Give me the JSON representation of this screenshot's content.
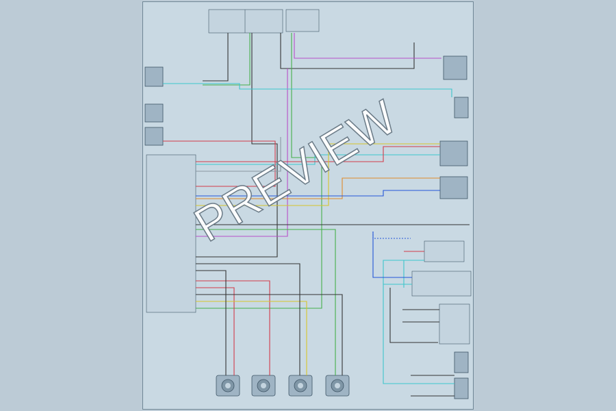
{
  "diagram": {
    "watermark": "PREVIEW",
    "colors": {
      "background": "#bccbd6",
      "sheet": "#c9d9e3",
      "component": "#9fb4c4",
      "wire_black": "#333333",
      "wire_red": "#d23a4a",
      "wire_cyan": "#3cc6cc",
      "wire_green": "#44b04a",
      "wire_violet": "#b84fc8",
      "wire_yellow": "#d8c52a",
      "wire_blue": "#2255d8",
      "wire_orange": "#e08a2a",
      "wire_gray": "#8a98a2"
    },
    "components": [
      "control-module",
      "fuse-block",
      "ignition-switch",
      "ground-distribution",
      "sensor-block-right",
      "switch-block-lower-right"
    ],
    "icons": [
      "wheel-speed-sensor-icon",
      "wheel-speed-sensor-icon",
      "wheel-speed-sensor-icon",
      "wheel-speed-sensor-icon"
    ]
  }
}
